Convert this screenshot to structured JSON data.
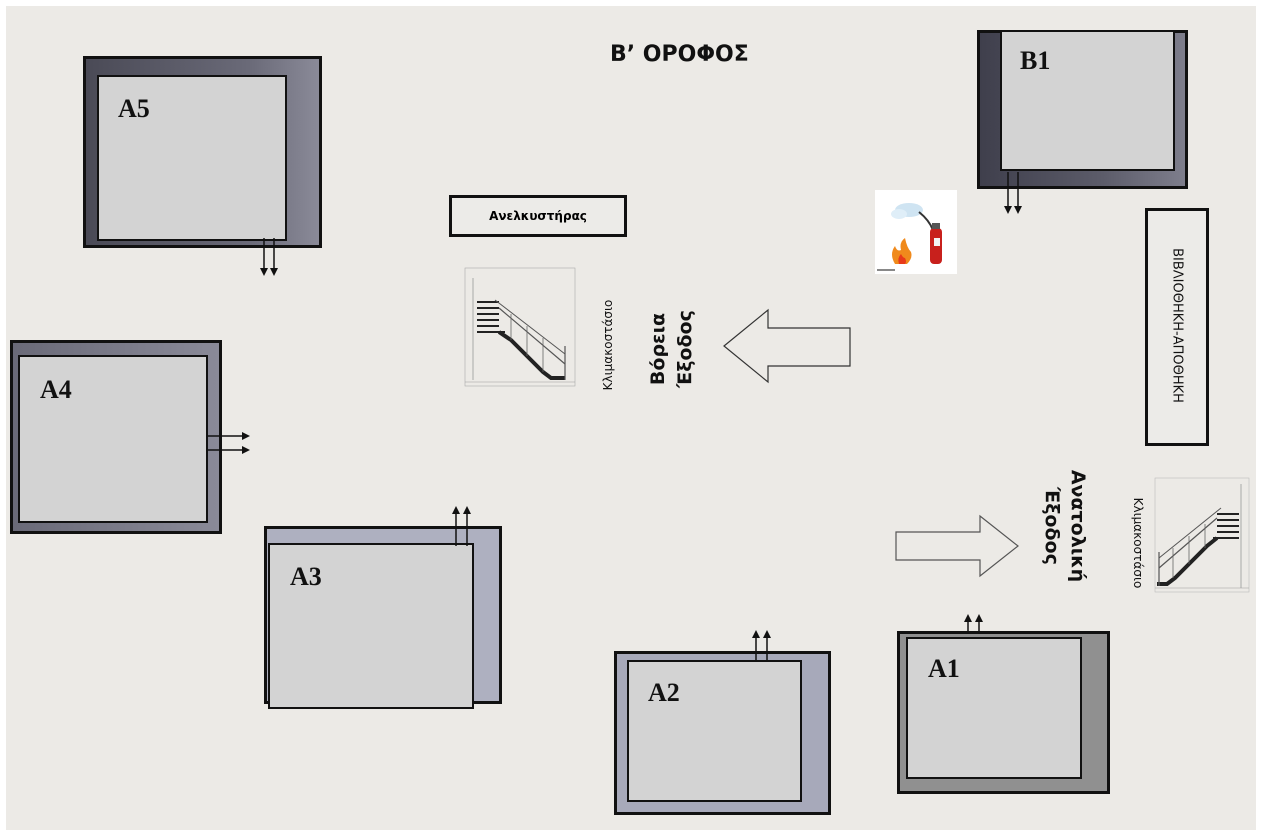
{
  "floor_title": "Β’ ΟΡΟΦΟΣ",
  "rooms": {
    "a5": "A5",
    "a4": "A4",
    "a3": "A3",
    "a2": "A2",
    "a1": "A1",
    "b1": "B1"
  },
  "elevator_label": "Ανελκυστήρας",
  "library_label": "ΒΙΒΛΙΟΘΗΚΗ-ΑΠΟΘΗΚΗ",
  "stairs_label_north": "Κλιμακοστάσιο",
  "stairs_label_east": "Κλιμακοστάσιο",
  "north_exit": {
    "line1": "Βόρεια",
    "line2": "Έξοδος"
  },
  "east_exit": {
    "line1": "Ανατολική",
    "line2": "Έξοδος"
  },
  "icons": [
    "fire-extinguisher-icon",
    "staircase-icon",
    "arrow-left-icon",
    "arrow-right-icon",
    "exit-arrow-icon"
  ],
  "colors": {
    "room_fill": "#d3d3d3",
    "room_frame": "#4a4a56",
    "paper": "#eceae6",
    "extinguisher": "#c8201c"
  }
}
